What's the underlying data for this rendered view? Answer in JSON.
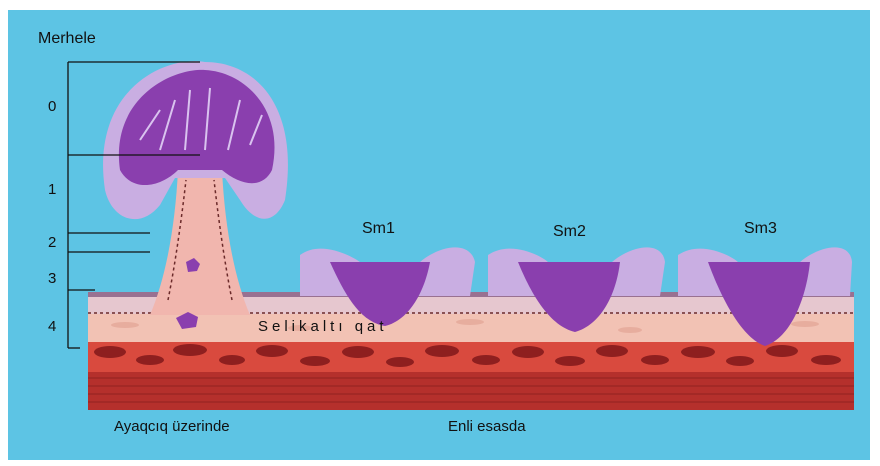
{
  "stage_title": "Merhele",
  "stages": [
    "0",
    "1",
    "2",
    "3",
    "4"
  ],
  "lesions": [
    "Sm1",
    "Sm2",
    "Sm3"
  ],
  "layer_label": "Selikaltı qat",
  "captions": {
    "pedunculated": "Ayaqcıq üzerinde",
    "sessile": "Enli esasda"
  },
  "colors": {
    "background": "#5dc4e4",
    "mucosa": "#f1c9c2",
    "submucosa": "#f2c2b4",
    "muscle": "#c0332b",
    "tumor": "#8a3fae",
    "gland": "#c9aee2"
  }
}
